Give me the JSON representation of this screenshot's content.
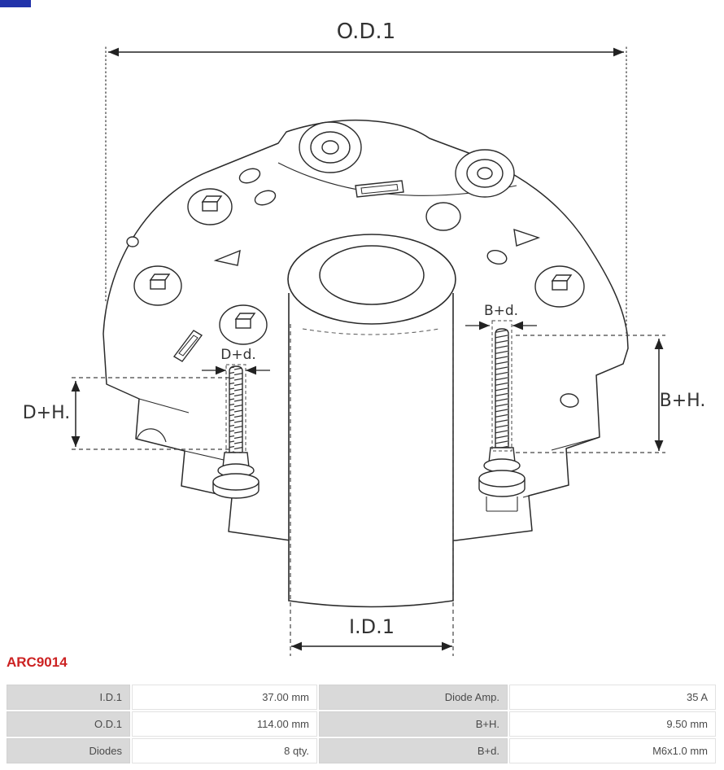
{
  "logo": {
    "color": "#2233aa"
  },
  "part_number": "ARC9014",
  "drawing": {
    "labels": {
      "od1": "O.D.1",
      "id1": "I.D.1",
      "dh": "D+H.",
      "bh": "B+H.",
      "dd": "D+d.",
      "bd": "B+d."
    }
  },
  "colors": {
    "part_number_red": "#cc2222",
    "line": "#2b2b2b",
    "table_label_bg": "#d9d9d9",
    "table_border": "#e2e2e2"
  },
  "table": {
    "rows": [
      {
        "label1": "I.D.1",
        "value1": "37.00 mm",
        "label2": "Diode Amp.",
        "value2": "35 A"
      },
      {
        "label1": "O.D.1",
        "value1": "114.00 mm",
        "label2": "B+H.",
        "value2": "9.50 mm"
      },
      {
        "label1": "Diodes",
        "value1": "8 qty.",
        "label2": "B+d.",
        "value2": "M6x1.0 mm"
      }
    ]
  }
}
